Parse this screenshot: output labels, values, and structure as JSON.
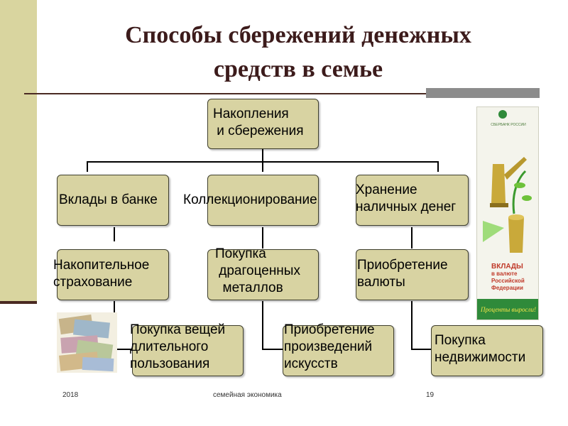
{
  "title": {
    "line1": "Способы сбережений денежных",
    "line2": "средств в семье"
  },
  "diagram": {
    "root": {
      "label": "Накопления\n и сбережения"
    },
    "level1": [
      {
        "label": "Вклады в банке"
      },
      {
        "label": "Коллекционирование"
      },
      {
        "label": "Хранение\nналичных денег"
      }
    ],
    "level2": [
      {
        "label": "Накопительное\nстрахование"
      },
      {
        "label": "Покупка\n драгоценных\n  металлов"
      },
      {
        "label": "Приобретение\nвалюты"
      }
    ],
    "level3": [
      {
        "label": "Покупка вещей\nдлительного\nпользования"
      },
      {
        "label": "Приобретение\nпроизведений\nискусств"
      },
      {
        "label": "Покупка\nнедвижимости"
      }
    ]
  },
  "promo": {
    "header": "СБЕРБАНК РОССИИ",
    "title_line1": "ВКЛАДЫ",
    "title_line2": "в валюте",
    "title_line3": "Российской Федерации",
    "footer": "Проценты выросли!"
  },
  "footer": {
    "year": "2018",
    "topic": "семейная экономика",
    "page": "19"
  },
  "colors": {
    "box_fill": "#d8d3a2",
    "title": "#3c1b1b",
    "band": "#d9d59f"
  }
}
